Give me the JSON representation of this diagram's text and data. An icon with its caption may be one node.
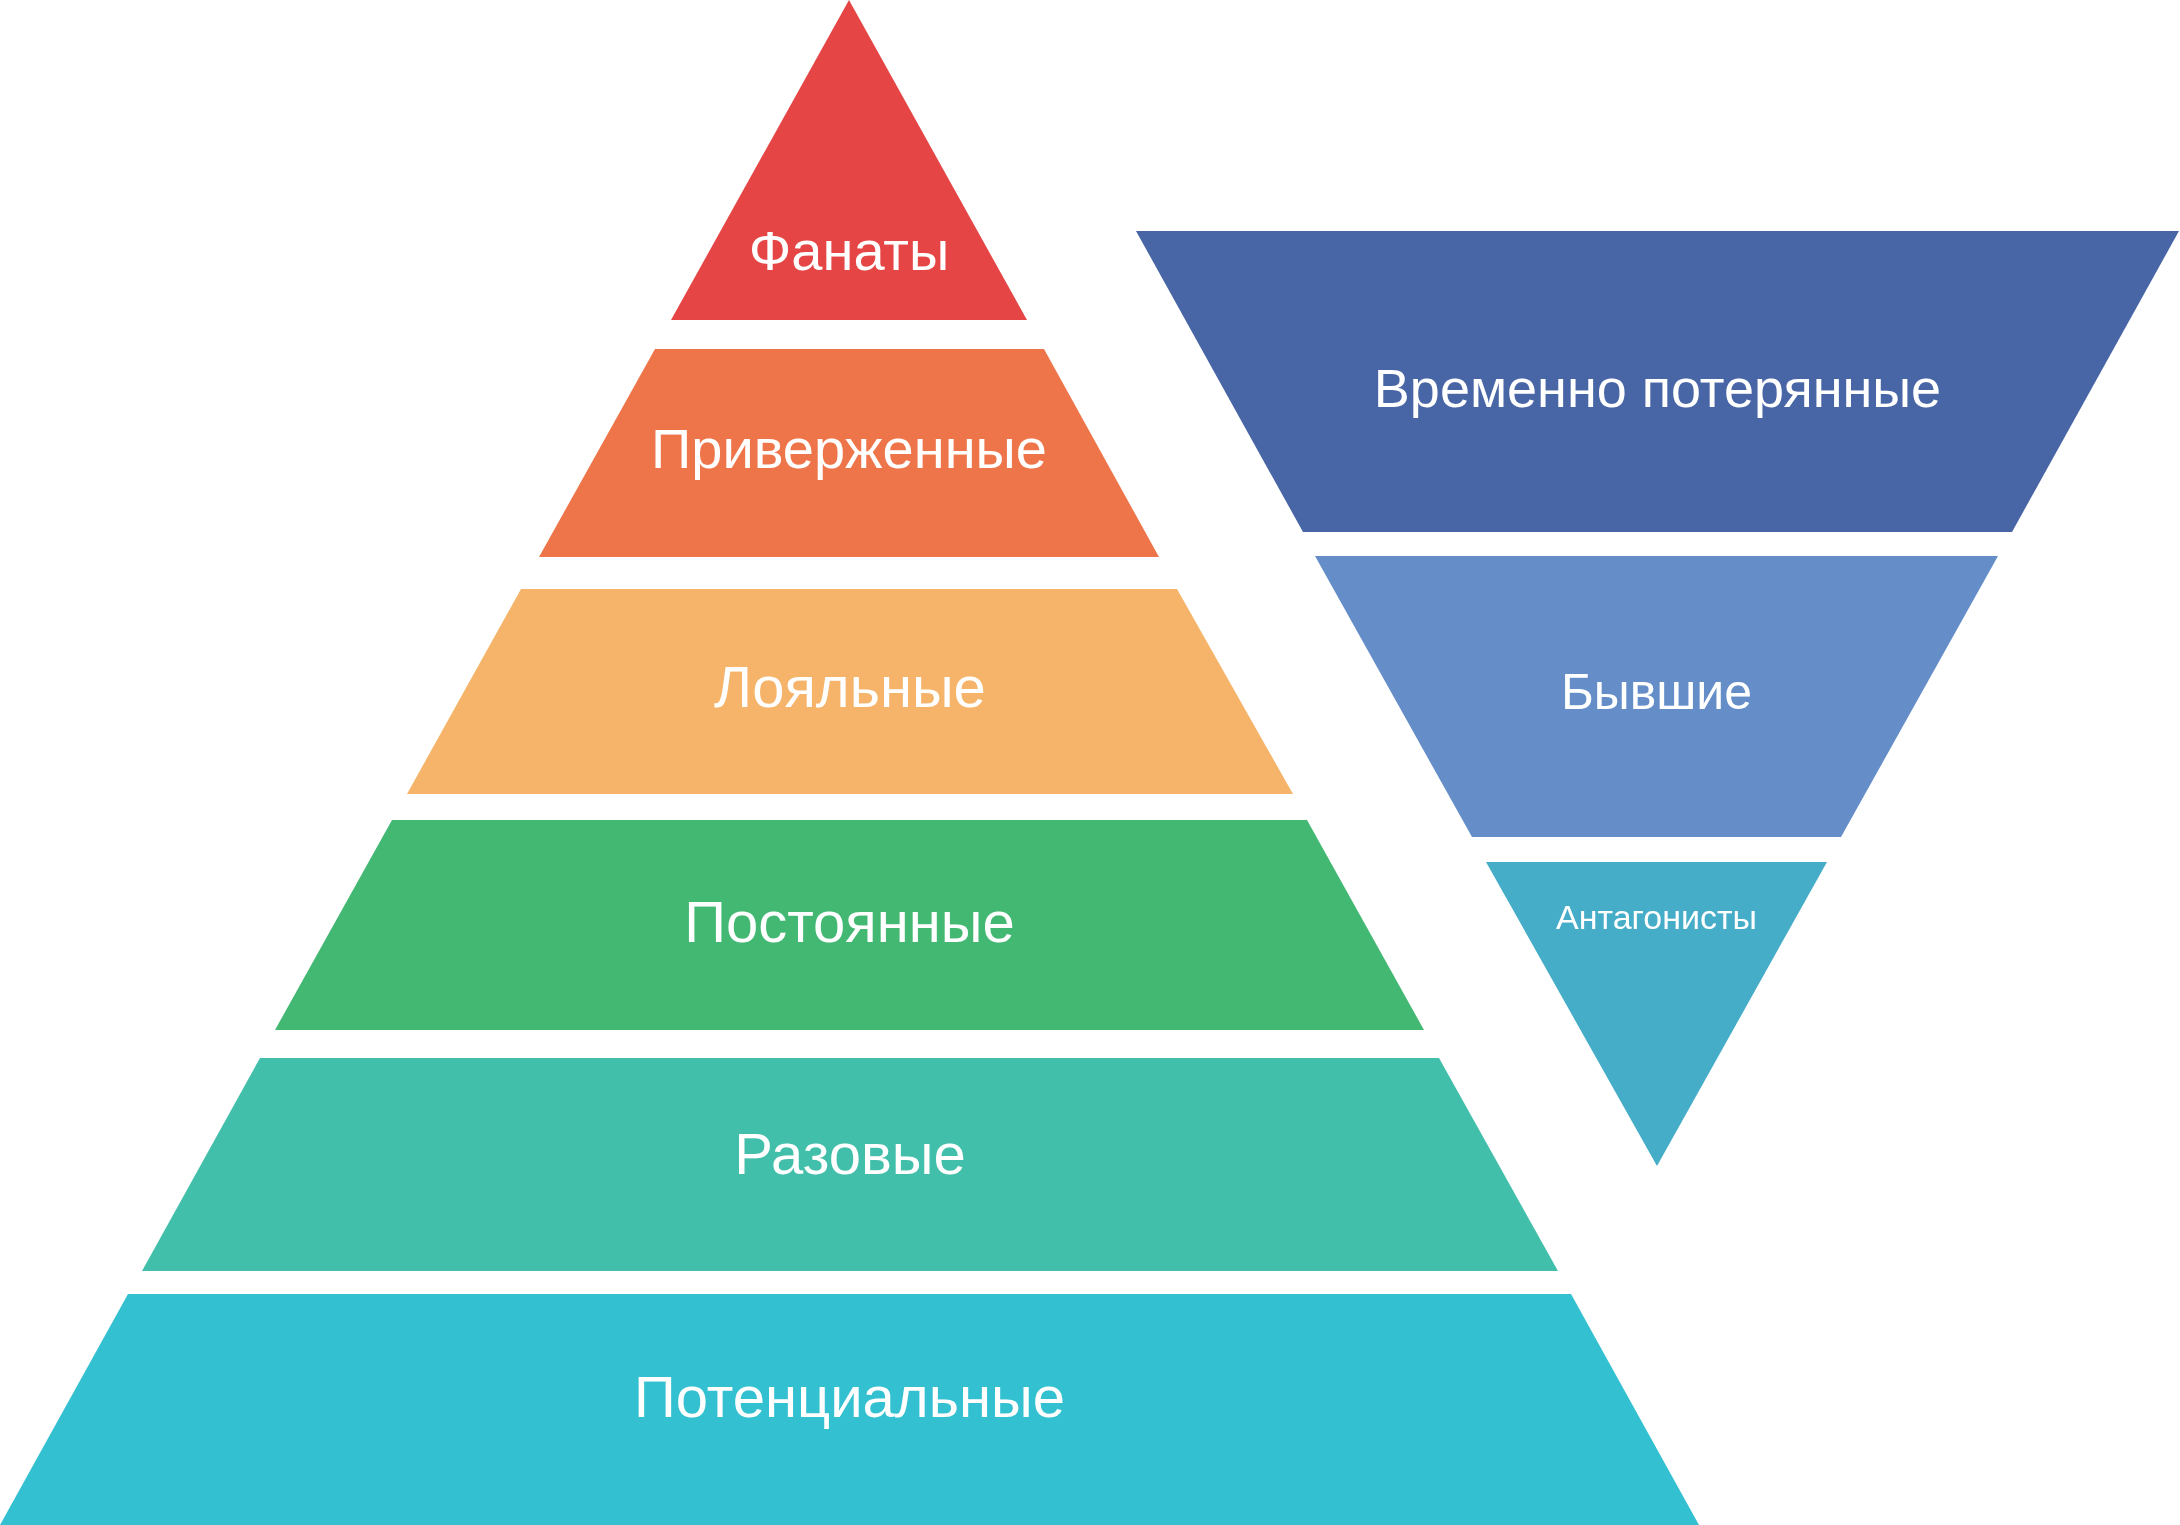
{
  "diagram": {
    "nodes": [
      {
        "text": [
          "Фанаты"
        ]
      },
      {
        "text": [
          "Приверженные"
        ]
      },
      {
        "text": [
          "Лояльные"
        ]
      },
      {
        "text": [
          "Постоянные"
        ]
      },
      {
        "text": [
          "Разовые"
        ]
      },
      {
        "text": [
          "Потенциальные"
        ]
      },
      {
        "text": [
          "Временно потерянные"
        ]
      },
      {
        "text": [
          "Бывшие"
        ]
      },
      {
        "text": [
          "Антагонисты"
        ]
      }
    ]
  }
}
